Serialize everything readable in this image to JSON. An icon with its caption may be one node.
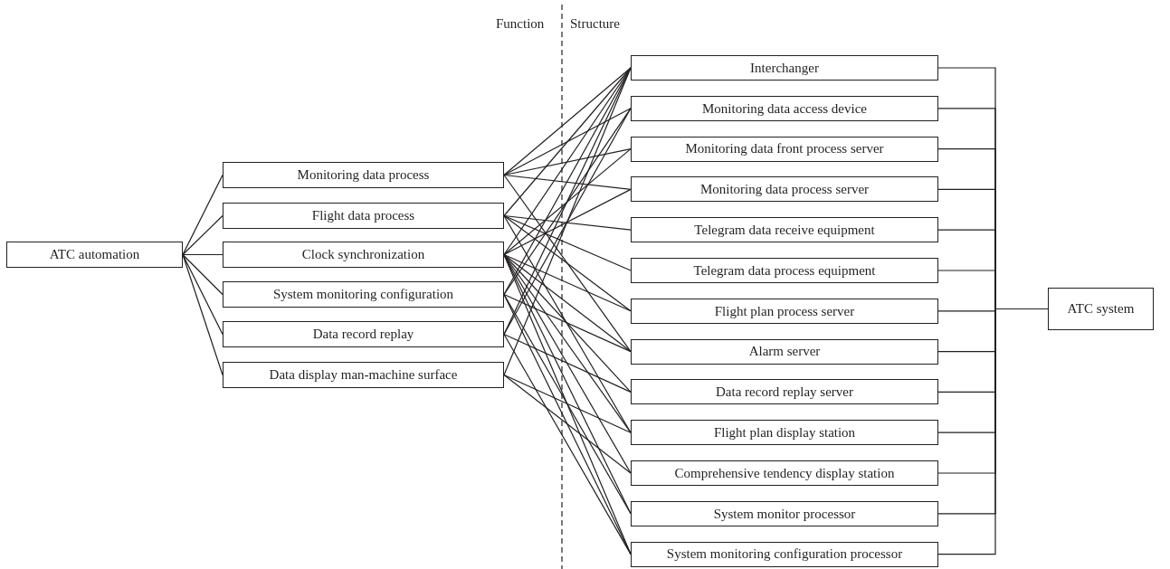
{
  "diagram": {
    "nodes": [
      {
        "text": [
          "ATC automation"
        ]
      },
      {
        "text": [
          "Monitoring data process"
        ]
      },
      {
        "text": [
          "Flight data process"
        ]
      },
      {
        "text": [
          "Clock synchronization"
        ]
      },
      {
        "text": [
          "System monitoring configuration"
        ]
      },
      {
        "text": [
          "Data record replay"
        ]
      },
      {
        "text": [
          "Data display man-machine surface"
        ]
      },
      {
        "text": [
          "Interchanger"
        ]
      },
      {
        "text": [
          "Monitoring data access device"
        ]
      },
      {
        "text": [
          "Monitoring data front process server"
        ]
      },
      {
        "text": [
          "Monitoring data process server"
        ]
      },
      {
        "text": [
          "Telegram data receive equipment"
        ]
      },
      {
        "text": [
          "Telegram data process equipment"
        ]
      },
      {
        "text": [
          "Flight plan process server"
        ]
      },
      {
        "text": [
          "Alarm server"
        ]
      },
      {
        "text": [
          "Data record replay server"
        ]
      },
      {
        "text": [
          "Flight plan display station"
        ]
      },
      {
        "text": [
          "Comprehensive tendency display station"
        ]
      },
      {
        "text": [
          "System monitor processor"
        ]
      },
      {
        "text": [
          "System monitoring configuration processor"
        ]
      },
      {
        "text": [
          "ATC system"
        ]
      }
    ],
    "edges": [
      {
        "from": 0,
        "to": 1,
        "arrow": "none"
      },
      {
        "from": 0,
        "to": 2,
        "arrow": "none"
      },
      {
        "from": 0,
        "to": 3,
        "arrow": "none"
      },
      {
        "from": 0,
        "to": 4,
        "arrow": "none"
      },
      {
        "from": 0,
        "to": 5,
        "arrow": "none"
      },
      {
        "from": 0,
        "to": 6,
        "arrow": "none"
      },
      {
        "from": 1,
        "to": 7,
        "arrow": "none"
      },
      {
        "from": 1,
        "to": 8,
        "arrow": "none"
      },
      {
        "from": 1,
        "to": 9,
        "arrow": "none"
      },
      {
        "from": 1,
        "to": 10,
        "arrow": "none"
      },
      {
        "from": 1,
        "to": 14,
        "arrow": "none"
      },
      {
        "from": 2,
        "to": 7,
        "arrow": "none"
      },
      {
        "from": 2,
        "to": 11,
        "arrow": "none"
      },
      {
        "from": 2,
        "to": 12,
        "arrow": "none"
      },
      {
        "from": 2,
        "to": 13,
        "arrow": "none"
      },
      {
        "from": 2,
        "to": 16,
        "arrow": "none"
      },
      {
        "from": 3,
        "to": 7,
        "arrow": "none"
      },
      {
        "from": 3,
        "to": 9,
        "arrow": "none"
      },
      {
        "from": 3,
        "to": 10,
        "arrow": "none"
      },
      {
        "from": 3,
        "to": 13,
        "arrow": "none"
      },
      {
        "from": 3,
        "to": 14,
        "arrow": "none"
      },
      {
        "from": 3,
        "to": 15,
        "arrow": "none"
      },
      {
        "from": 3,
        "to": 16,
        "arrow": "none"
      },
      {
        "from": 3,
        "to": 17,
        "arrow": "none"
      },
      {
        "from": 3,
        "to": 18,
        "arrow": "none"
      },
      {
        "from": 3,
        "to": 19,
        "arrow": "none"
      },
      {
        "from": 4,
        "to": 7,
        "arrow": "none"
      },
      {
        "from": 4,
        "to": 8,
        "arrow": "none"
      },
      {
        "from": 4,
        "to": 14,
        "arrow": "none"
      },
      {
        "from": 4,
        "to": 18,
        "arrow": "none"
      },
      {
        "from": 4,
        "to": 19,
        "arrow": "none"
      },
      {
        "from": 5,
        "to": 7,
        "arrow": "none"
      },
      {
        "from": 5,
        "to": 8,
        "arrow": "none"
      },
      {
        "from": 5,
        "to": 15,
        "arrow": "none"
      },
      {
        "from": 5,
        "to": 19,
        "arrow": "none"
      },
      {
        "from": 6,
        "to": 7,
        "arrow": "none"
      },
      {
        "from": 6,
        "to": 16,
        "arrow": "none"
      },
      {
        "from": 6,
        "to": 17,
        "arrow": "none"
      },
      {
        "from": 7,
        "to": 20,
        "arrow": "none"
      },
      {
        "from": 8,
        "to": 20,
        "arrow": "none"
      },
      {
        "from": 9,
        "to": 20,
        "arrow": "none"
      },
      {
        "from": 10,
        "to": 20,
        "arrow": "none"
      },
      {
        "from": 11,
        "to": 20,
        "arrow": "none"
      },
      {
        "from": 12,
        "to": 20,
        "arrow": "none"
      },
      {
        "from": 13,
        "to": 20,
        "arrow": "none"
      },
      {
        "from": 14,
        "to": 20,
        "arrow": "none"
      },
      {
        "from": 15,
        "to": 20,
        "arrow": "none"
      },
      {
        "from": 16,
        "to": 20,
        "arrow": "none"
      },
      {
        "from": 17,
        "to": 20,
        "arrow": "none"
      },
      {
        "from": 18,
        "to": 20,
        "arrow": "none"
      },
      {
        "from": 19,
        "to": 20,
        "arrow": "none"
      }
    ],
    "labels": [
      "Function",
      "Structure"
    ]
  }
}
